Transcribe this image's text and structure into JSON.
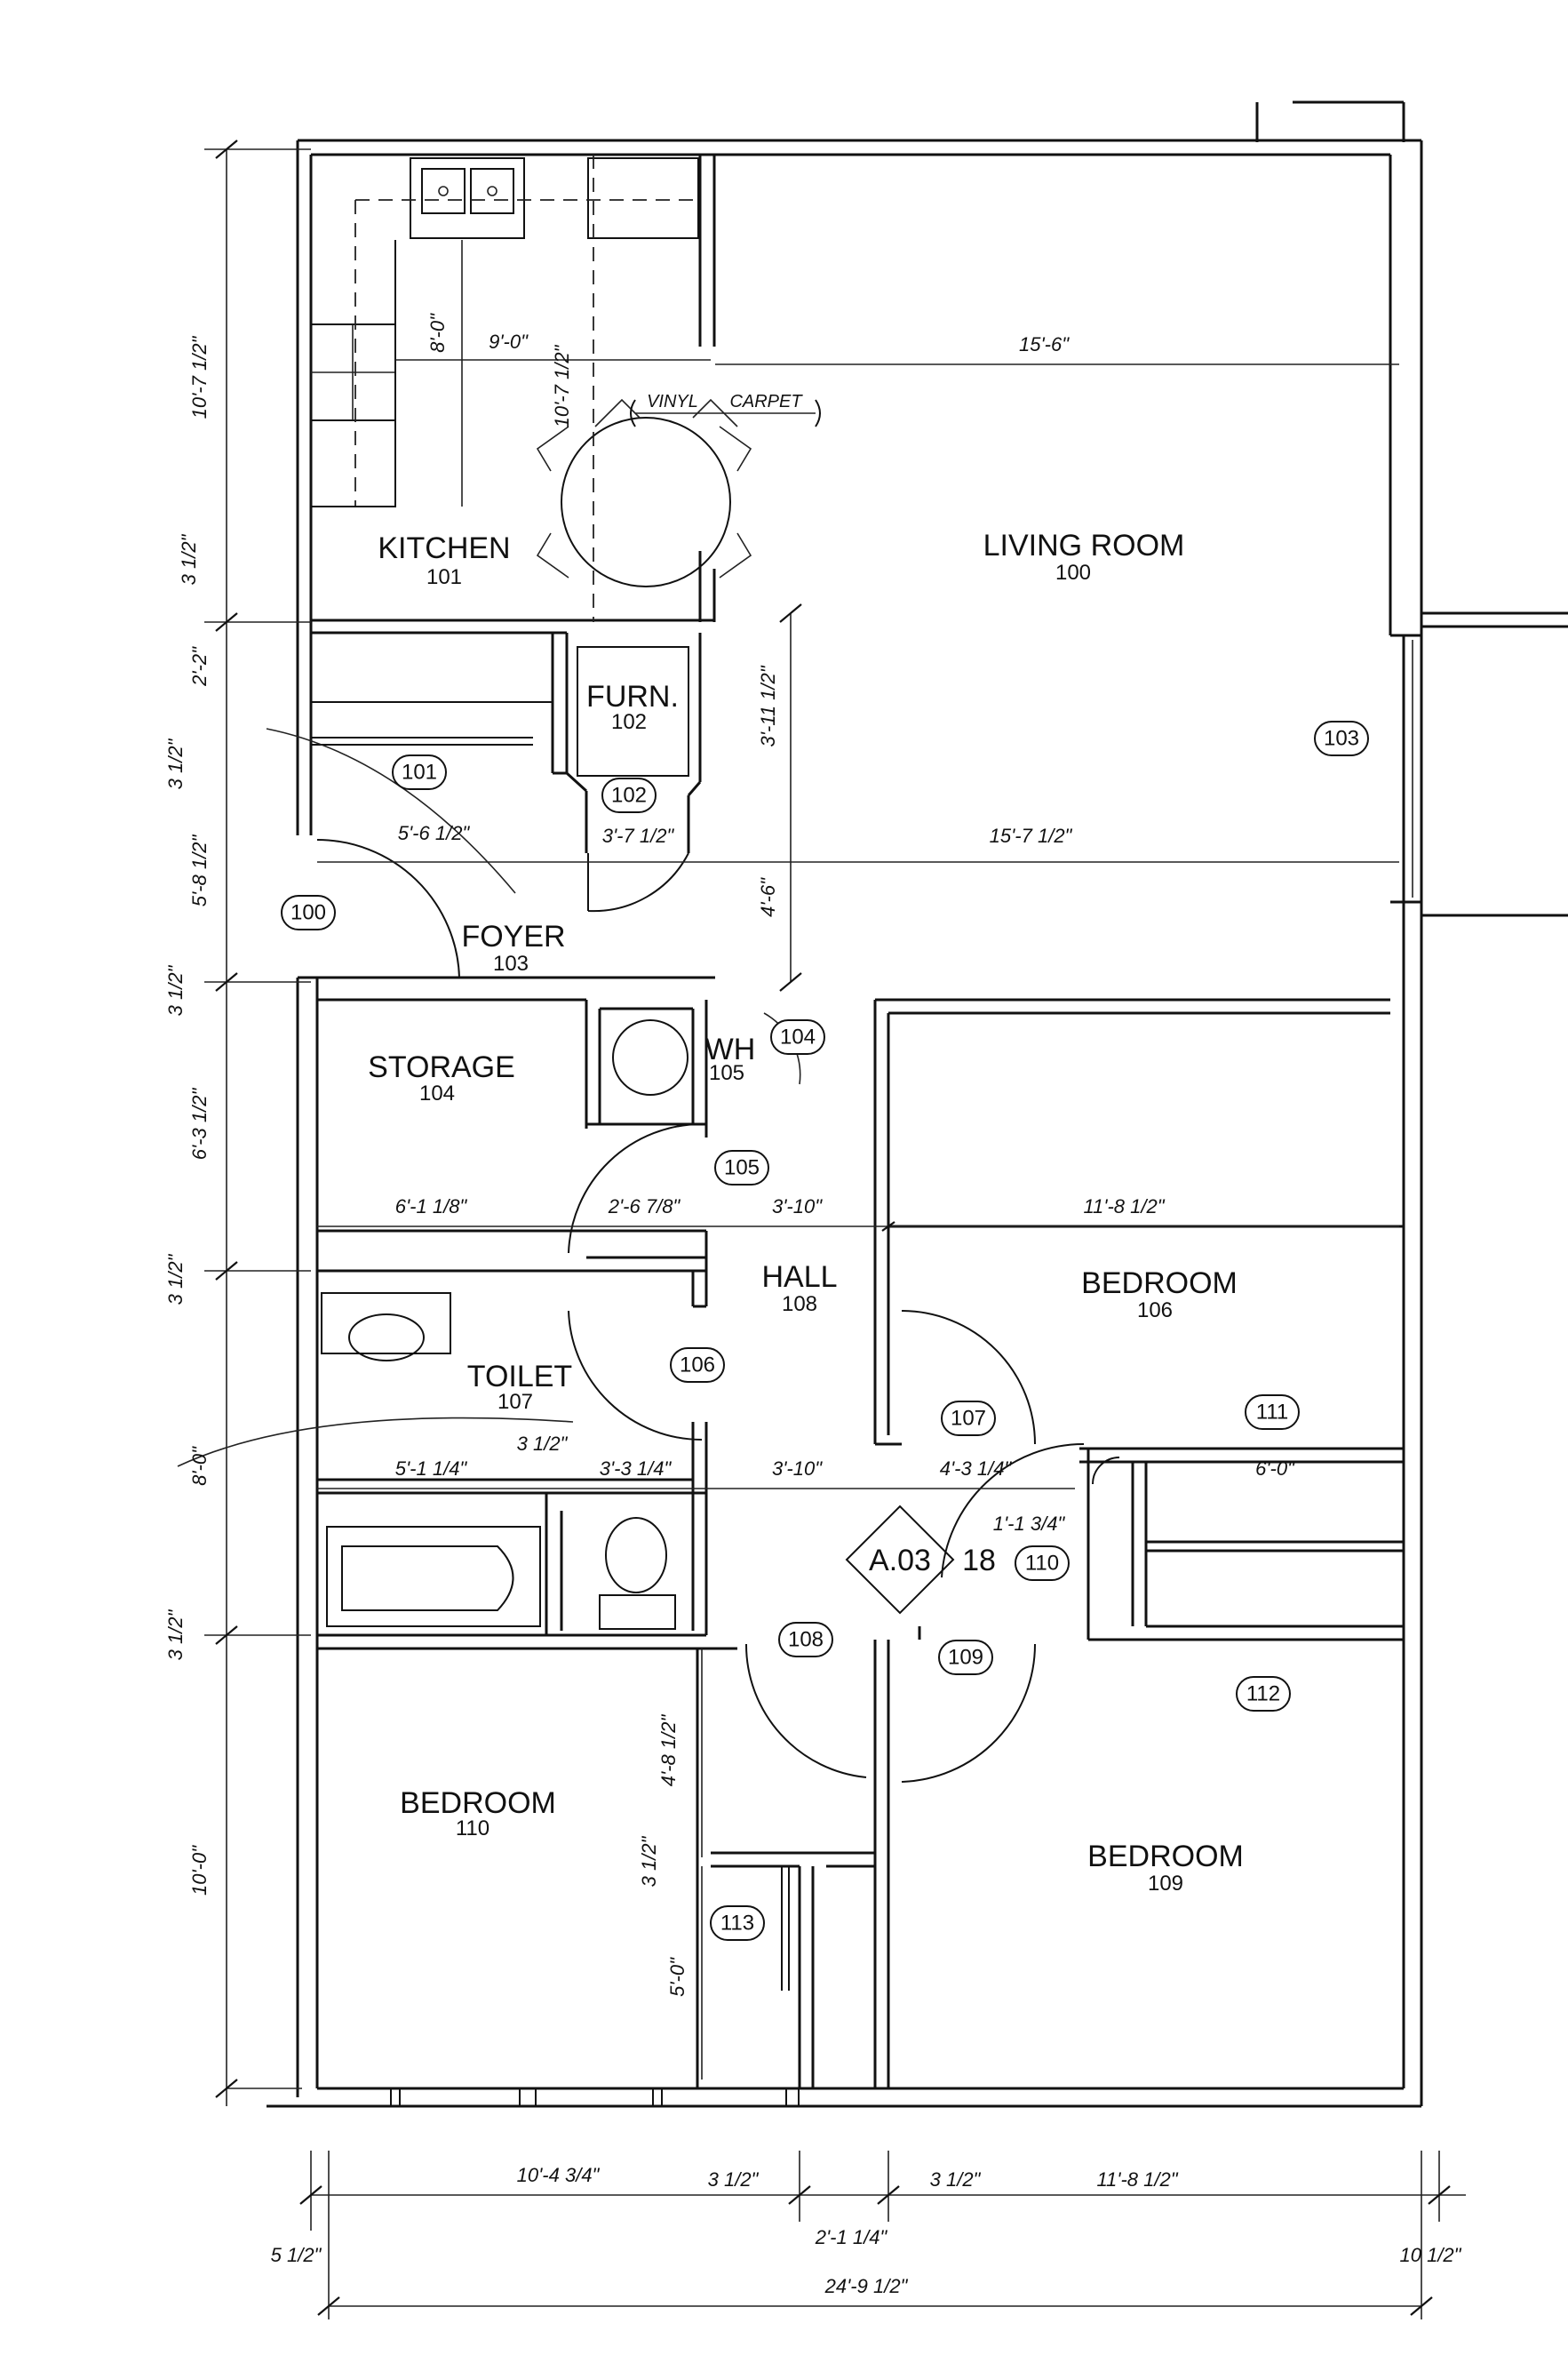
{
  "rooms": {
    "kitchen": {
      "name": "KITCHEN",
      "number": "101"
    },
    "living": {
      "name": "LIVING ROOM",
      "number": "100"
    },
    "furnace": {
      "name": "FURN.",
      "number": "102"
    },
    "foyer": {
      "name": "FOYER",
      "number": "103"
    },
    "storage": {
      "name": "STORAGE",
      "number": "104"
    },
    "wh": {
      "name": "WH",
      "number": "105"
    },
    "hall": {
      "name": "HALL",
      "number": "108"
    },
    "bedroom106": {
      "name": "BEDROOM",
      "number": "106"
    },
    "toilet": {
      "name": "TOILET",
      "number": "107"
    },
    "bedroom110": {
      "name": "BEDROOM",
      "number": "110"
    },
    "bedroom109": {
      "name": "BEDROOM",
      "number": "109"
    }
  },
  "door_tags": [
    "101",
    "102",
    "100",
    "104",
    "105",
    "106",
    "107",
    "108",
    "109",
    "110",
    "111",
    "112",
    "113",
    "103"
  ],
  "floor_note": {
    "left": "VINYL",
    "right": "CARPET"
  },
  "section_marker": {
    "label": "A.03",
    "sheet": "18"
  },
  "dimensions": {
    "kitchen_width": "9'-0\"",
    "kitchen_depth": "8'-0\"",
    "kitchen_dining": "10'-7 1/2\"",
    "living_width": "15'-6\"",
    "closet_101": "5'-6 1/2\"",
    "closet_102": "3'-7 1/2\"",
    "foyer_width": "15'-7 1/2\"",
    "furn_depth": "3'-11 1/2\"",
    "foyer_depth": "4'-6\"",
    "storage_width": "6'-1 1/8\"",
    "wh_width": "2'-6 7/8\"",
    "hall_width_a": "3'-10\"",
    "bed106_width": "11'-8 1/2\"",
    "toilet_width": "5'-1 1/4\"",
    "wall_a": "3 1/2\"",
    "tub_width": "3'-3 1/4\"",
    "hall_width_b": "3'-10\"",
    "closet_107": "4'-3 1/4\"",
    "closet_110": "1'-1 3/4\"",
    "closet_111": "6'-0\"",
    "bed110_side": "4'-8 1/2\"",
    "closet_113": "5'-0\"",
    "left_1": "10'-7 1/2\"",
    "left_2": "3 1/2\"",
    "left_3": "2'-2\"",
    "left_4": "3 1/2\"",
    "left_5": "5'-8 1/2\"",
    "left_6": "3 1/2\"",
    "left_7": "6'-3 1/2\"",
    "left_8": "3 1/2\"",
    "left_9": "8'-0\"",
    "left_10": "3 1/2\"",
    "left_11": "10'-0\"",
    "mid_wall": "3 1/2\"",
    "bottom_1": "10'-4 3/4\"",
    "bottom_2": "3 1/2\"",
    "bottom_3": "3 1/2\"",
    "bottom_4": "11'-8 1/2\"",
    "bottom_5": "5 1/2\"",
    "bottom_6": "2'-1 1/4\"",
    "bottom_7": "10 1/2\"",
    "overall": "24'-9 1/2\""
  }
}
